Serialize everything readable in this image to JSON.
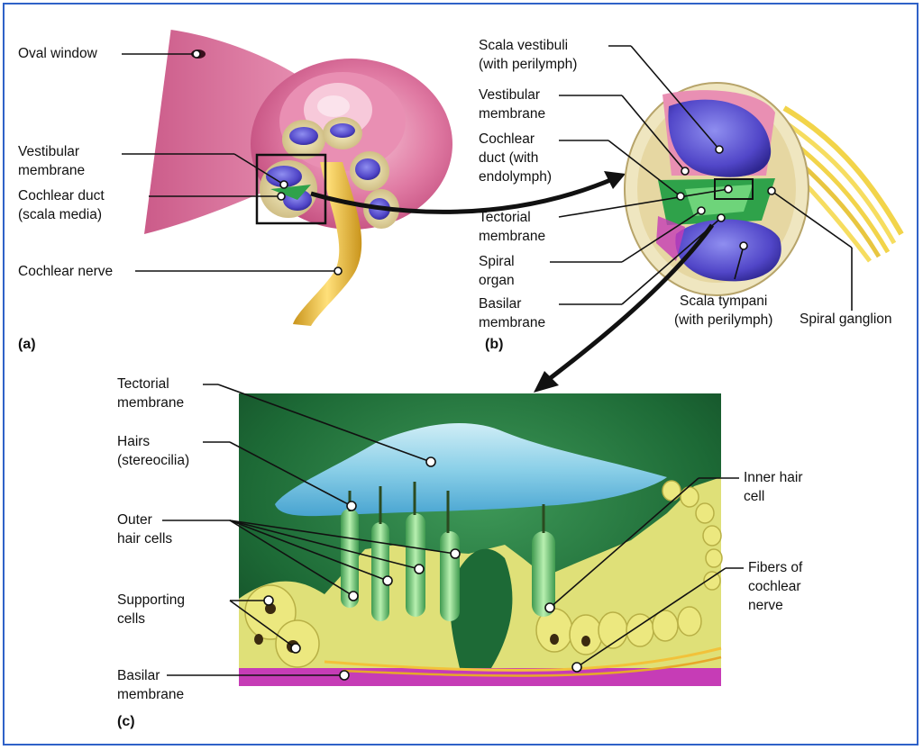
{
  "panel_a": {
    "letter": "(a)",
    "labels": {
      "oval_window": "Oval window",
      "vestibular_membrane": "Vestibular\nmembrane",
      "cochlear_duct": "Cochlear duct\n(scala media)",
      "cochlear_nerve": "Cochlear nerve"
    }
  },
  "panel_b": {
    "letter": "(b)",
    "labels": {
      "scala_vestibuli": "Scala vestibuli\n(with perilymph)",
      "vestibular_membrane": "Vestibular\nmembrane",
      "cochlear_duct": "Cochlear\nduct (with\nendolymph)",
      "tectorial_membrane": "Tectorial\nmembrane",
      "spiral_organ": "Spiral\norgan",
      "basilar_membrane": "Basilar\nmembrane",
      "scala_tympani": "Scala tympani\n(with perilymph)",
      "spiral_ganglion": "Spiral ganglion"
    }
  },
  "panel_c": {
    "letter": "(c)",
    "labels": {
      "tectorial_membrane": "Tectorial\nmembrane",
      "hairs": "Hairs\n(stereocilia)",
      "outer_hair_cells": "Outer\nhair cells",
      "supporting_cells": "Supporting\ncells",
      "basilar_membrane": "Basilar\nmembrane",
      "inner_hair_cell": "Inner hair\ncell",
      "fibers": "Fibers of\ncochlear\nnerve"
    }
  },
  "colors": {
    "frame": "#2f62c8",
    "cochlea_pink": "#d9608f",
    "scala_blue": "#5a4fd0",
    "duct_green": "#2fa24a",
    "nerve_yellow": "#f0c431",
    "supporting_yellow": "#e3e26a",
    "basilar_magenta": "#c63cb6",
    "tectorial_blue": "#8fd3f0"
  }
}
